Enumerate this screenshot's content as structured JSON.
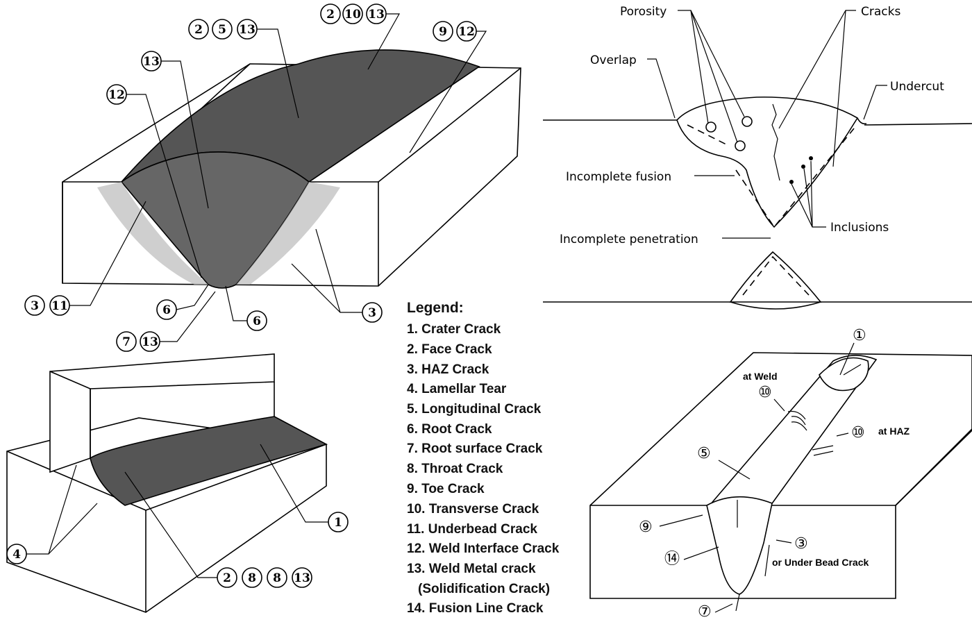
{
  "legend": {
    "title": "Legend:",
    "items": [
      "1.  Crater Crack",
      "2.  Face Crack",
      "3.  HAZ Crack",
      "4.  Lamellar Tear",
      "5.  Longitudinal Crack",
      "6.  Root Crack",
      "7.  Root surface Crack",
      "8.  Throat Crack",
      "9.  Toe Crack",
      "10. Transverse Crack",
      "11. Underbead Crack",
      "12. Weld Interface Crack",
      "13. Weld Metal crack",
      "(Solidification Crack)",
      "14. Fusion Line Crack"
    ]
  },
  "groove_diagram": {
    "callouts": [
      "2",
      "10",
      "13",
      "2",
      "5",
      "13",
      "9",
      "12",
      "13",
      "12",
      "3",
      "11",
      "6",
      "6",
      "3",
      "7",
      "13"
    ]
  },
  "fillet_diagram": {
    "callouts": [
      "4",
      "1",
      "2",
      "8",
      "8",
      "13"
    ]
  },
  "defects_diagram": {
    "porosity": "Porosity",
    "cracks": "Cracks",
    "overlap": "Overlap",
    "undercut": "Undercut",
    "incomplete_fusion": "Incomplete  fusion",
    "inclusions": "Inclusions",
    "incomplete_penetration": "Incomplete  penetration"
  },
  "bead_diagram": {
    "circle_1": "①",
    "at_weld": "at Weld",
    "circle_10a": "⑩",
    "circle_10b": "⑩",
    "at_haz": "at HAZ",
    "circle_5": "⑤",
    "circle_9": "⑨",
    "circle_14": "⑭",
    "circle_3": "③",
    "under_bead": "or Under Bead Crack",
    "circle_7": "⑦"
  }
}
